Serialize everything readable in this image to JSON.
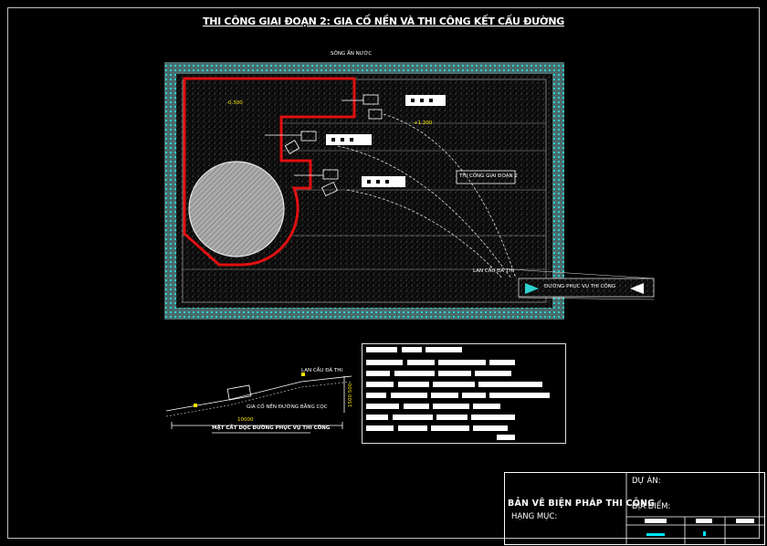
{
  "title": "THI CÔNG GIAI ĐOẠN 2: GIA CỐ NỀN VÀ THI CÔNG KẾT CẤU ĐƯỜNG",
  "plan": {
    "top_label": "SÔNG ẤN NƯỚC",
    "level_1": "-0.300",
    "level_2": "+1.200",
    "box_label": "THI CÔNG GIAI ĐOẠN 2",
    "ramp_label": "LAN CẦU ĐÃ THI",
    "road_label": "ĐƯỜNG PHỤC VỤ THI CÔNG"
  },
  "section": {
    "dimension": "10000",
    "height": "1500 500",
    "note_1": "LAN CẦU ĐÃ THI",
    "note_2": "GIA CỐ NỀN ĐƯỜNG BẰNG CỌC",
    "caption": "MẶT CẮT DỌC ĐƯỜNG PHỤC VỤ THI CÔNG"
  },
  "title_block": {
    "project_label": "DỰ ÁN:",
    "drawing_title": "BẢN VẼ BIỆN PHÁP THI CÔNG",
    "category_label": "HẠNG MỤC:",
    "location_label": "ĐỊA ĐIỂM:"
  },
  "colors": {
    "background": "#000000",
    "boundary_red": "#e01010",
    "border_cyan": "#2fd0d0",
    "hatch_gray": "#8a8a8a",
    "accent_cyan": "#00e5ff"
  }
}
